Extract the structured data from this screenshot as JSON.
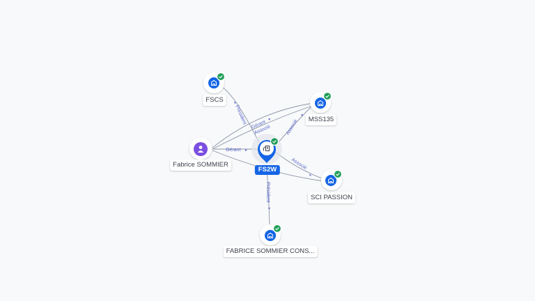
{
  "nodes": {
    "center": {
      "label": "FS2W",
      "type": "company",
      "verified": true,
      "icon": "building-icon"
    },
    "fscs": {
      "label": "FSCS",
      "type": "company",
      "verified": true,
      "icon": "building-icon"
    },
    "mss135": {
      "label": "MSS135",
      "type": "company",
      "verified": true,
      "icon": "building-icon"
    },
    "sci_passion": {
      "label": "SCI PASSION",
      "type": "company",
      "verified": true,
      "icon": "building-icon"
    },
    "fabrice_cons": {
      "label": "FABRICE SOMMIER CONS...",
      "type": "company",
      "verified": true,
      "icon": "building-icon"
    },
    "person": {
      "label": "Fabrice SOMMIER",
      "type": "person",
      "icon": "person-icon"
    }
  },
  "edges": {
    "fscs_president": "Président",
    "person_gerant_mss": "Gérant",
    "person_associe_mss": "Associé",
    "person_gerant_center": "Gérant",
    "center_associe_mss": "Associé",
    "center_associe_sci": "Associé",
    "center_president_cons": "Président"
  },
  "colors": {
    "accent": "#1565e6",
    "person": "#7b4fe0",
    "verified": "#22a05a",
    "edge": "#8a93a8",
    "edge_label": "#5d6bc9"
  }
}
